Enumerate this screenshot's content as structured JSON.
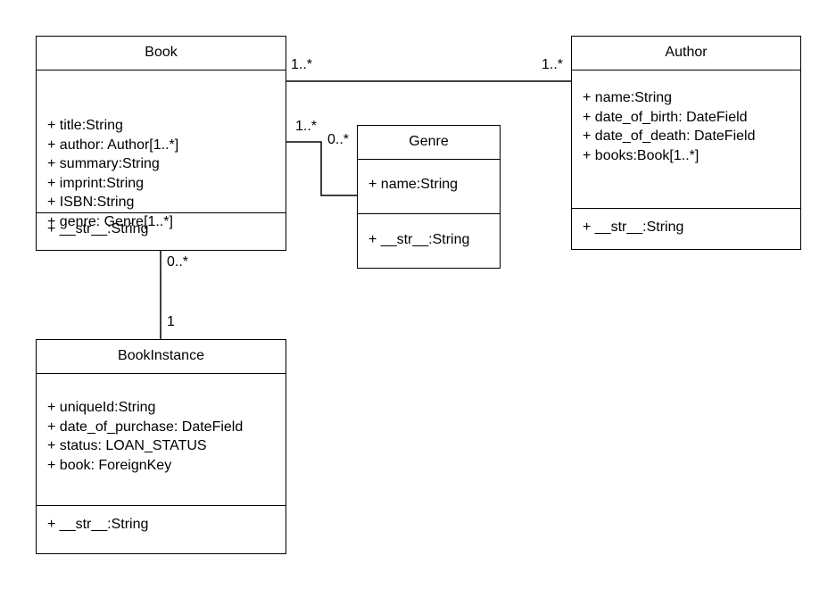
{
  "classes": {
    "book": {
      "name": "Book",
      "attributes": [
        "+ title:String",
        "+ author: Author[1..*]",
        "+ summary:String",
        "+ imprint:String",
        "+ ISBN:String",
        "+ genre: Genre[1..*]"
      ],
      "operations": [
        "+ __str__:String"
      ]
    },
    "author": {
      "name": "Author",
      "attributes": [
        "+ name:String",
        "+ date_of_birth: DateField",
        "+ date_of_death: DateField",
        "+ books:Book[1..*]"
      ],
      "operations": [
        "+ __str__:String"
      ]
    },
    "genre": {
      "name": "Genre",
      "attributes": [
        "+ name:String"
      ],
      "operations": [
        "+ __str__:String"
      ]
    },
    "bookinstance": {
      "name": "BookInstance",
      "attributes": [
        "+ uniqueId:String",
        "+ date_of_purchase: DateField",
        "+ status: LOAN_STATUS",
        "+ book: ForeignKey"
      ],
      "operations": [
        "+ __str__:String"
      ]
    }
  },
  "associations": {
    "book_author": {
      "book_end": "1..*",
      "author_end": "1..*"
    },
    "book_genre": {
      "book_end": "1..*",
      "genre_end": "0..*"
    },
    "book_instance": {
      "book_end": "0..*",
      "instance_end": "1"
    }
  },
  "colors": {
    "line": "#000000",
    "background": "#ffffff"
  }
}
